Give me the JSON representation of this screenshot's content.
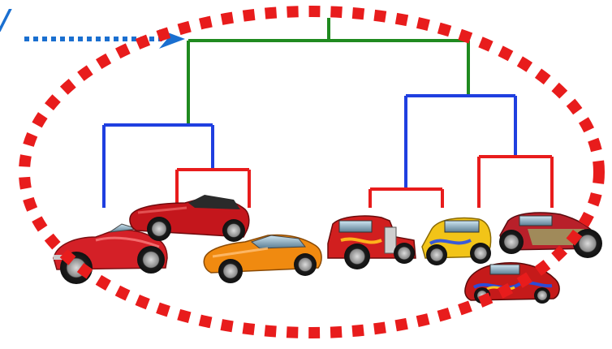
{
  "diagram": {
    "type": "dendrogram",
    "colors": {
      "background": "#ffffff",
      "top_link": "#1f8a1f",
      "mid_link": "#1f3fe0",
      "leaf_link": "#e81c1c",
      "ellipse": "#e81c1c",
      "arrow": "#1a6fd0"
    },
    "clusters": [
      {
        "name": "root",
        "color": "top_link",
        "children": [
          "left-group",
          "right-group"
        ]
      },
      {
        "name": "left-group",
        "color": "mid_link",
        "children": [
          "ac-cobra",
          "sports-pair"
        ]
      },
      {
        "name": "sports-pair",
        "color": "leaf_link",
        "children": [
          "ferrari-daytona",
          "datsun-240z"
        ]
      },
      {
        "name": "right-group",
        "color": "mid_link",
        "children": [
          "hotrod-pair-a",
          "hotrod-pair-b"
        ]
      },
      {
        "name": "hotrod-pair-a",
        "color": "leaf_link",
        "children": [
          "red-hotrod",
          "yellow-hotrod"
        ]
      },
      {
        "name": "hotrod-pair-b",
        "color": "leaf_link",
        "children": [
          "flame-hotrod",
          "custom-hotrod"
        ]
      }
    ],
    "leaves": [
      {
        "name": "ac-cobra",
        "body_color": "#d42027"
      },
      {
        "name": "ferrari-daytona",
        "body_color": "#c4161c"
      },
      {
        "name": "datsun-240z",
        "body_color": "#f08a10"
      },
      {
        "name": "red-hotrod",
        "body_color": "#d11f1f"
      },
      {
        "name": "yellow-hotrod",
        "body_color": "#f2c418"
      },
      {
        "name": "flame-hotrod",
        "body_color": "#c51a1a"
      },
      {
        "name": "custom-hotrod",
        "body_color": "#b8202a"
      }
    ],
    "arrow_glyph": "/"
  }
}
